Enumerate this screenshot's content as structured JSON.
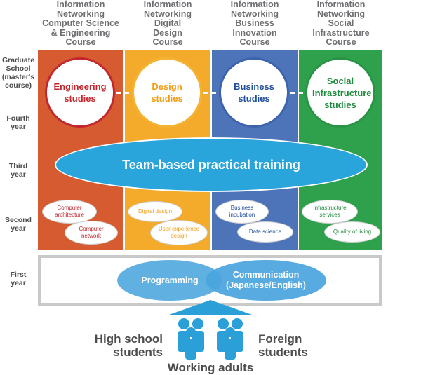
{
  "courses": [
    {
      "title": "Information Networking Computer Science & Engineering Course",
      "lines": [
        "Information",
        "Networking",
        "Computer Science",
        "& Engineering",
        "Course"
      ]
    },
    {
      "title": "Information Networking Digital Design Course",
      "lines": [
        "Information",
        "Networking",
        "Digital",
        "Design",
        "Course"
      ]
    },
    {
      "title": "Information Networking Business Innovation Course",
      "lines": [
        "Information",
        "Networking",
        "Business",
        "Innovation",
        "Course"
      ]
    },
    {
      "title": "Information Networking Social Infrastructure Course",
      "lines": [
        "Information",
        "Networking",
        "Social",
        "Infrastructure",
        "Course"
      ]
    }
  ],
  "row_labels": {
    "graduate": [
      "Graduate",
      "School",
      "(master's",
      "course)"
    ],
    "fourth": [
      "Fourth",
      "year"
    ],
    "third": [
      "Third",
      "year"
    ],
    "second": [
      "Second",
      "year"
    ],
    "first": [
      "First",
      "year"
    ]
  },
  "studies": {
    "engineering": [
      "Engineering",
      "studies"
    ],
    "design": [
      "Design",
      "studies"
    ],
    "business": [
      "Business",
      "studies"
    ],
    "social": [
      "Social",
      "Infrastructure",
      "studies"
    ]
  },
  "team_training": "Team-based practical training",
  "second_year_topics": {
    "engineering": [
      [
        "Computer",
        "architecture"
      ],
      [
        "Computer",
        "network"
      ]
    ],
    "design": [
      [
        "Digital design"
      ],
      [
        "User experience",
        "design"
      ]
    ],
    "business": [
      [
        "Business",
        "incubation"
      ],
      [
        "Data science"
      ]
    ],
    "social": [
      [
        "Infrastructure",
        "services"
      ],
      [
        "Quality of living"
      ]
    ]
  },
  "first_year": {
    "programming": [
      "Programming"
    ],
    "communication": [
      "Communication",
      "(Japanese/English)"
    ]
  },
  "entrants": {
    "high_school": [
      "High school",
      "students"
    ],
    "foreign": [
      "Foreign",
      "students"
    ],
    "working": "Working adults"
  },
  "colors": {
    "engineering": "#d75b31",
    "design": "#f4ab2c",
    "business": "#4d73b9",
    "social": "#2fa04b",
    "engineering_text": "#c1272d",
    "design_text": "#f39c12",
    "business_text": "#1f4e9b",
    "social_text": "#1e8a3c",
    "team_blue": "#2aa5dc",
    "icon_blue": "#2b9fd8"
  },
  "icons": [
    "people-group-icon"
  ]
}
